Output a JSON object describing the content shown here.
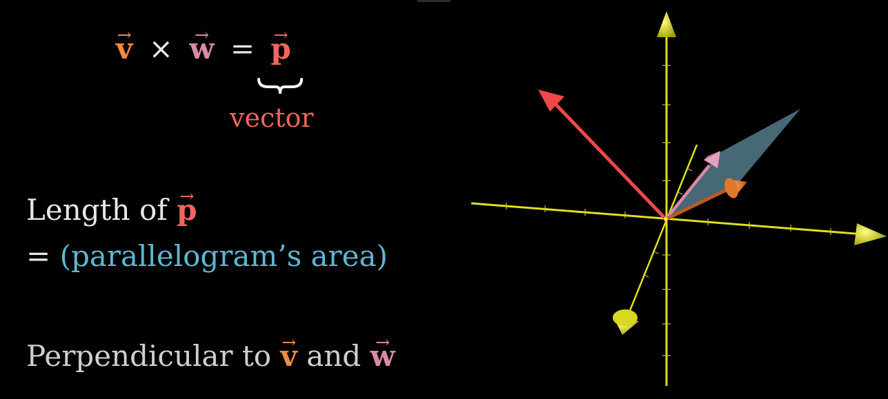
{
  "equation": {
    "v": "v",
    "times": "×",
    "w": "w",
    "equals": "=",
    "p": "p",
    "arrow": "→"
  },
  "brace_label": "vector",
  "length_line": {
    "prefix": "Length of",
    "p": "p"
  },
  "area_line": {
    "equals": "=",
    "text": "(parallelogram’s area)"
  },
  "perpendicular_line": {
    "prefix": "Perpendicular to",
    "v": "v",
    "and": "and",
    "w": "w"
  },
  "colors": {
    "background": "#000000",
    "v": "#f08a3e",
    "w": "#d98aa8",
    "p": "#f0665c",
    "area": "#5fb7d2",
    "axes": "#e0e020",
    "cross_product_vector": "#ee4848",
    "parallelogram": "#5a8796"
  },
  "scene_elements": [
    "axes-3d",
    "v-vector",
    "w-vector",
    "cross-product-vector",
    "parallelogram"
  ]
}
